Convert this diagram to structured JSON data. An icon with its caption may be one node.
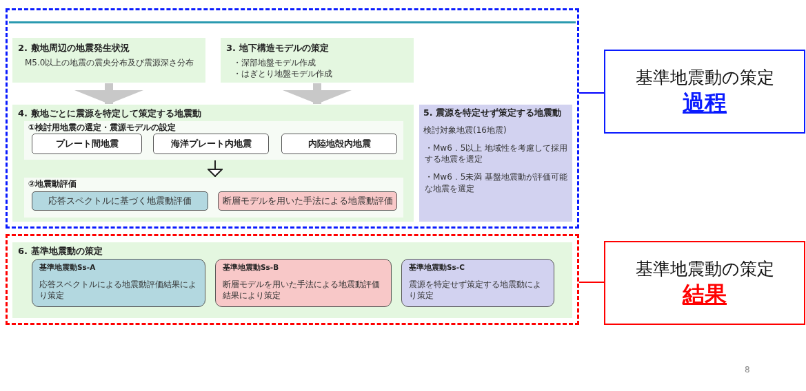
{
  "diagram": {
    "nodes": [
      {
        "text": [],
        "shape": "box"
      },
      {
        "text": [],
        "shape": "box"
      },
      {
        "text": [
          "基準地震動の策定",
          "過程"
        ]
      },
      {
        "text": [
          "基準地震動の策定",
          "結果"
        ]
      },
      {
        "text": [
          "2. 敷地周辺の地震発生状況",
          "M5.0以上の地震の震央分布及び震源深さ分布"
        ],
        "in": 0
      },
      {
        "text": [
          "3. 地下構造モデルの策定",
          "・深部地盤モデル作成",
          "・はぎとり地盤モデル作成"
        ],
        "in": 0
      },
      {
        "text": [
          "4. 敷地ごとに震源を特定して策定する地震動"
        ],
        "in": 0
      },
      {
        "text": [
          "①検討用地震の選定・震源モデルの設定"
        ],
        "in": 6
      },
      {
        "text": [
          "プレート間地震"
        ],
        "in": 7
      },
      {
        "text": [
          "海洋プレート内地震"
        ],
        "in": 7
      },
      {
        "text": [
          "内陸地殻内地震"
        ],
        "in": 7
      },
      {
        "text": [
          "②地震動評価"
        ],
        "in": 6
      },
      {
        "text": [
          "応答スペクトルに基づく地震動評価"
        ],
        "in": 11
      },
      {
        "text": [
          "断層モデルを用いた手法による地震動評価"
        ],
        "in": 11
      },
      {
        "text": [
          "5. 震源を特定せず策定する地震動",
          "検討対象地震(16地震)",
          "・Mw6．5以上 地域性を考慮して採用する地震を選定",
          "・Mw6．5未満 基盤地震動が評価可能な地震を選定"
        ],
        "in": 0
      },
      {
        "text": [
          "6. 基準地震動の策定"
        ],
        "in": 1
      },
      {
        "text": [
          "基準地震動Ss-A",
          "応答スペクトルによる地震動評価結果により策定"
        ],
        "in": 15
      },
      {
        "text": [
          "基準地震動Ss-B",
          "断層モデルを用いた手法による地震動評価結果により策定"
        ],
        "in": 15
      },
      {
        "text": [
          "基準地震動Ss-C",
          "震源を特定せず策定する地震動により策定"
        ],
        "in": 15
      }
    ],
    "edges": [
      {
        "from": 0,
        "to": 2,
        "arrow": "none",
        "color": "#0000ff"
      },
      {
        "from": 1,
        "to": 3,
        "arrow": "none",
        "color": "#ff0000"
      },
      {
        "from": 4,
        "to": 6,
        "arrow": "to",
        "style": "thick",
        "color": "#c8c8c8"
      },
      {
        "from": 5,
        "to": 6,
        "arrow": "to",
        "style": "thick",
        "color": "#c8c8c8"
      },
      {
        "from": 7,
        "to": 11,
        "arrow": "to",
        "color": "#222222"
      }
    ],
    "labels": [
      "8"
    ]
  }
}
